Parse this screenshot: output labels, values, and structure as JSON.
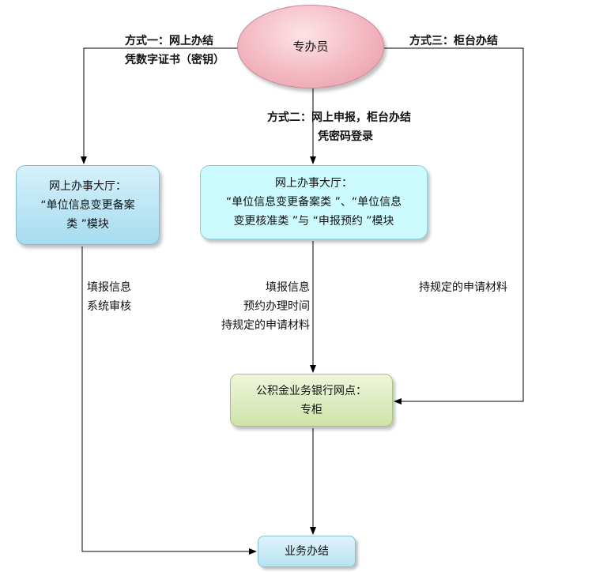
{
  "nodes": {
    "start": "专办员",
    "hall_simple": {
      "line1": "网上办事大厅：",
      "line2": "“单位信息变更备案",
      "line3": "类 ”模块"
    },
    "hall_full": {
      "line1": "网上办事大厅：",
      "line2": "“单位信息变更备案类 ”、“单位信息",
      "line3": "变更核准类 ”与 “申报预约 ”模块"
    },
    "bank": {
      "line1": "公积金业务银行网点：",
      "line2": "专柜"
    },
    "end": "业务办结"
  },
  "edges": {
    "method1": {
      "line1": "方式一：网上办结",
      "line2": "凭数字证书（密钥）"
    },
    "method2": {
      "line1": "方式二：网上申报，柜台办结",
      "line2": "凭密码登录"
    },
    "method3": {
      "line1": "方式三：柜台办结"
    },
    "left_path": {
      "line1": "填报信息",
      "line2": "系统审核"
    },
    "middle_path": {
      "line1": "填报信息",
      "line2": "预约办理时间",
      "line3": "持规定的申请材料"
    },
    "right_path": {
      "line1": "持规定的申请材料"
    }
  }
}
